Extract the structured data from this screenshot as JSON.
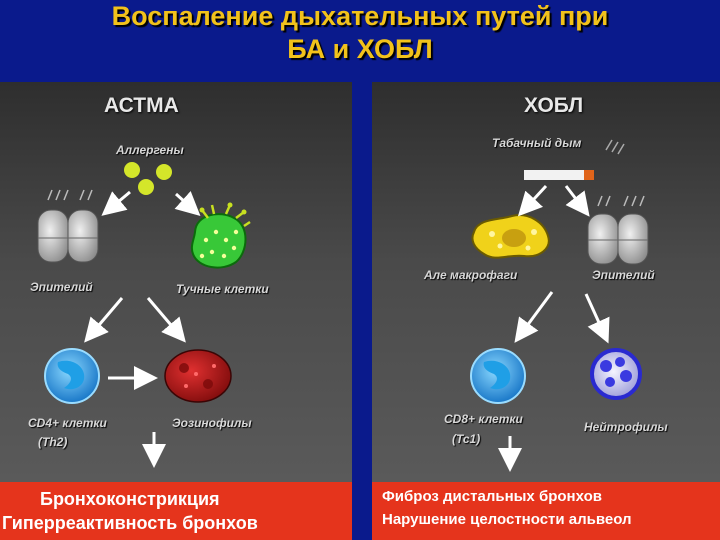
{
  "title": {
    "line1": "Воспаление дыхательных путей при",
    "line2": "БА и ХОБЛ"
  },
  "asthma": {
    "heading": "АСТМА",
    "allergens": "Аллергены",
    "epithelium": "Эпителий",
    "mast_cells": "Тучные клетки",
    "cd4": "CD4+ клетки",
    "th2": "(Th2)",
    "eosinophils": "Эозинофилы",
    "outcome": [
      "Бронхоконстрикция",
      "Гиперреактивность  бронхов"
    ]
  },
  "copd": {
    "heading": "ХОБЛ",
    "smoke": "Табачный дым",
    "macrophages": "Але макрофаги",
    "epithelium": "Эпителий",
    "cd8": "CD8+ клетки",
    "tc1": "(Tc1)",
    "neutrophils": "Нейтрофилы",
    "outcome": [
      "Фиброз дистальных бронхов",
      "Нарушение целостности альвеол"
    ]
  },
  "colors": {
    "title": "#f2c21b",
    "background": "#0a1a8c",
    "outcome_bar": "#e5341c",
    "allergen": "#d4e62a",
    "mast_cell": "#38c838",
    "lymphocyte": "#2fa6e8",
    "eosinophil": "#c81a1a",
    "macrophage": "#f0d21a",
    "neutrophil": "#2a2ad0"
  }
}
